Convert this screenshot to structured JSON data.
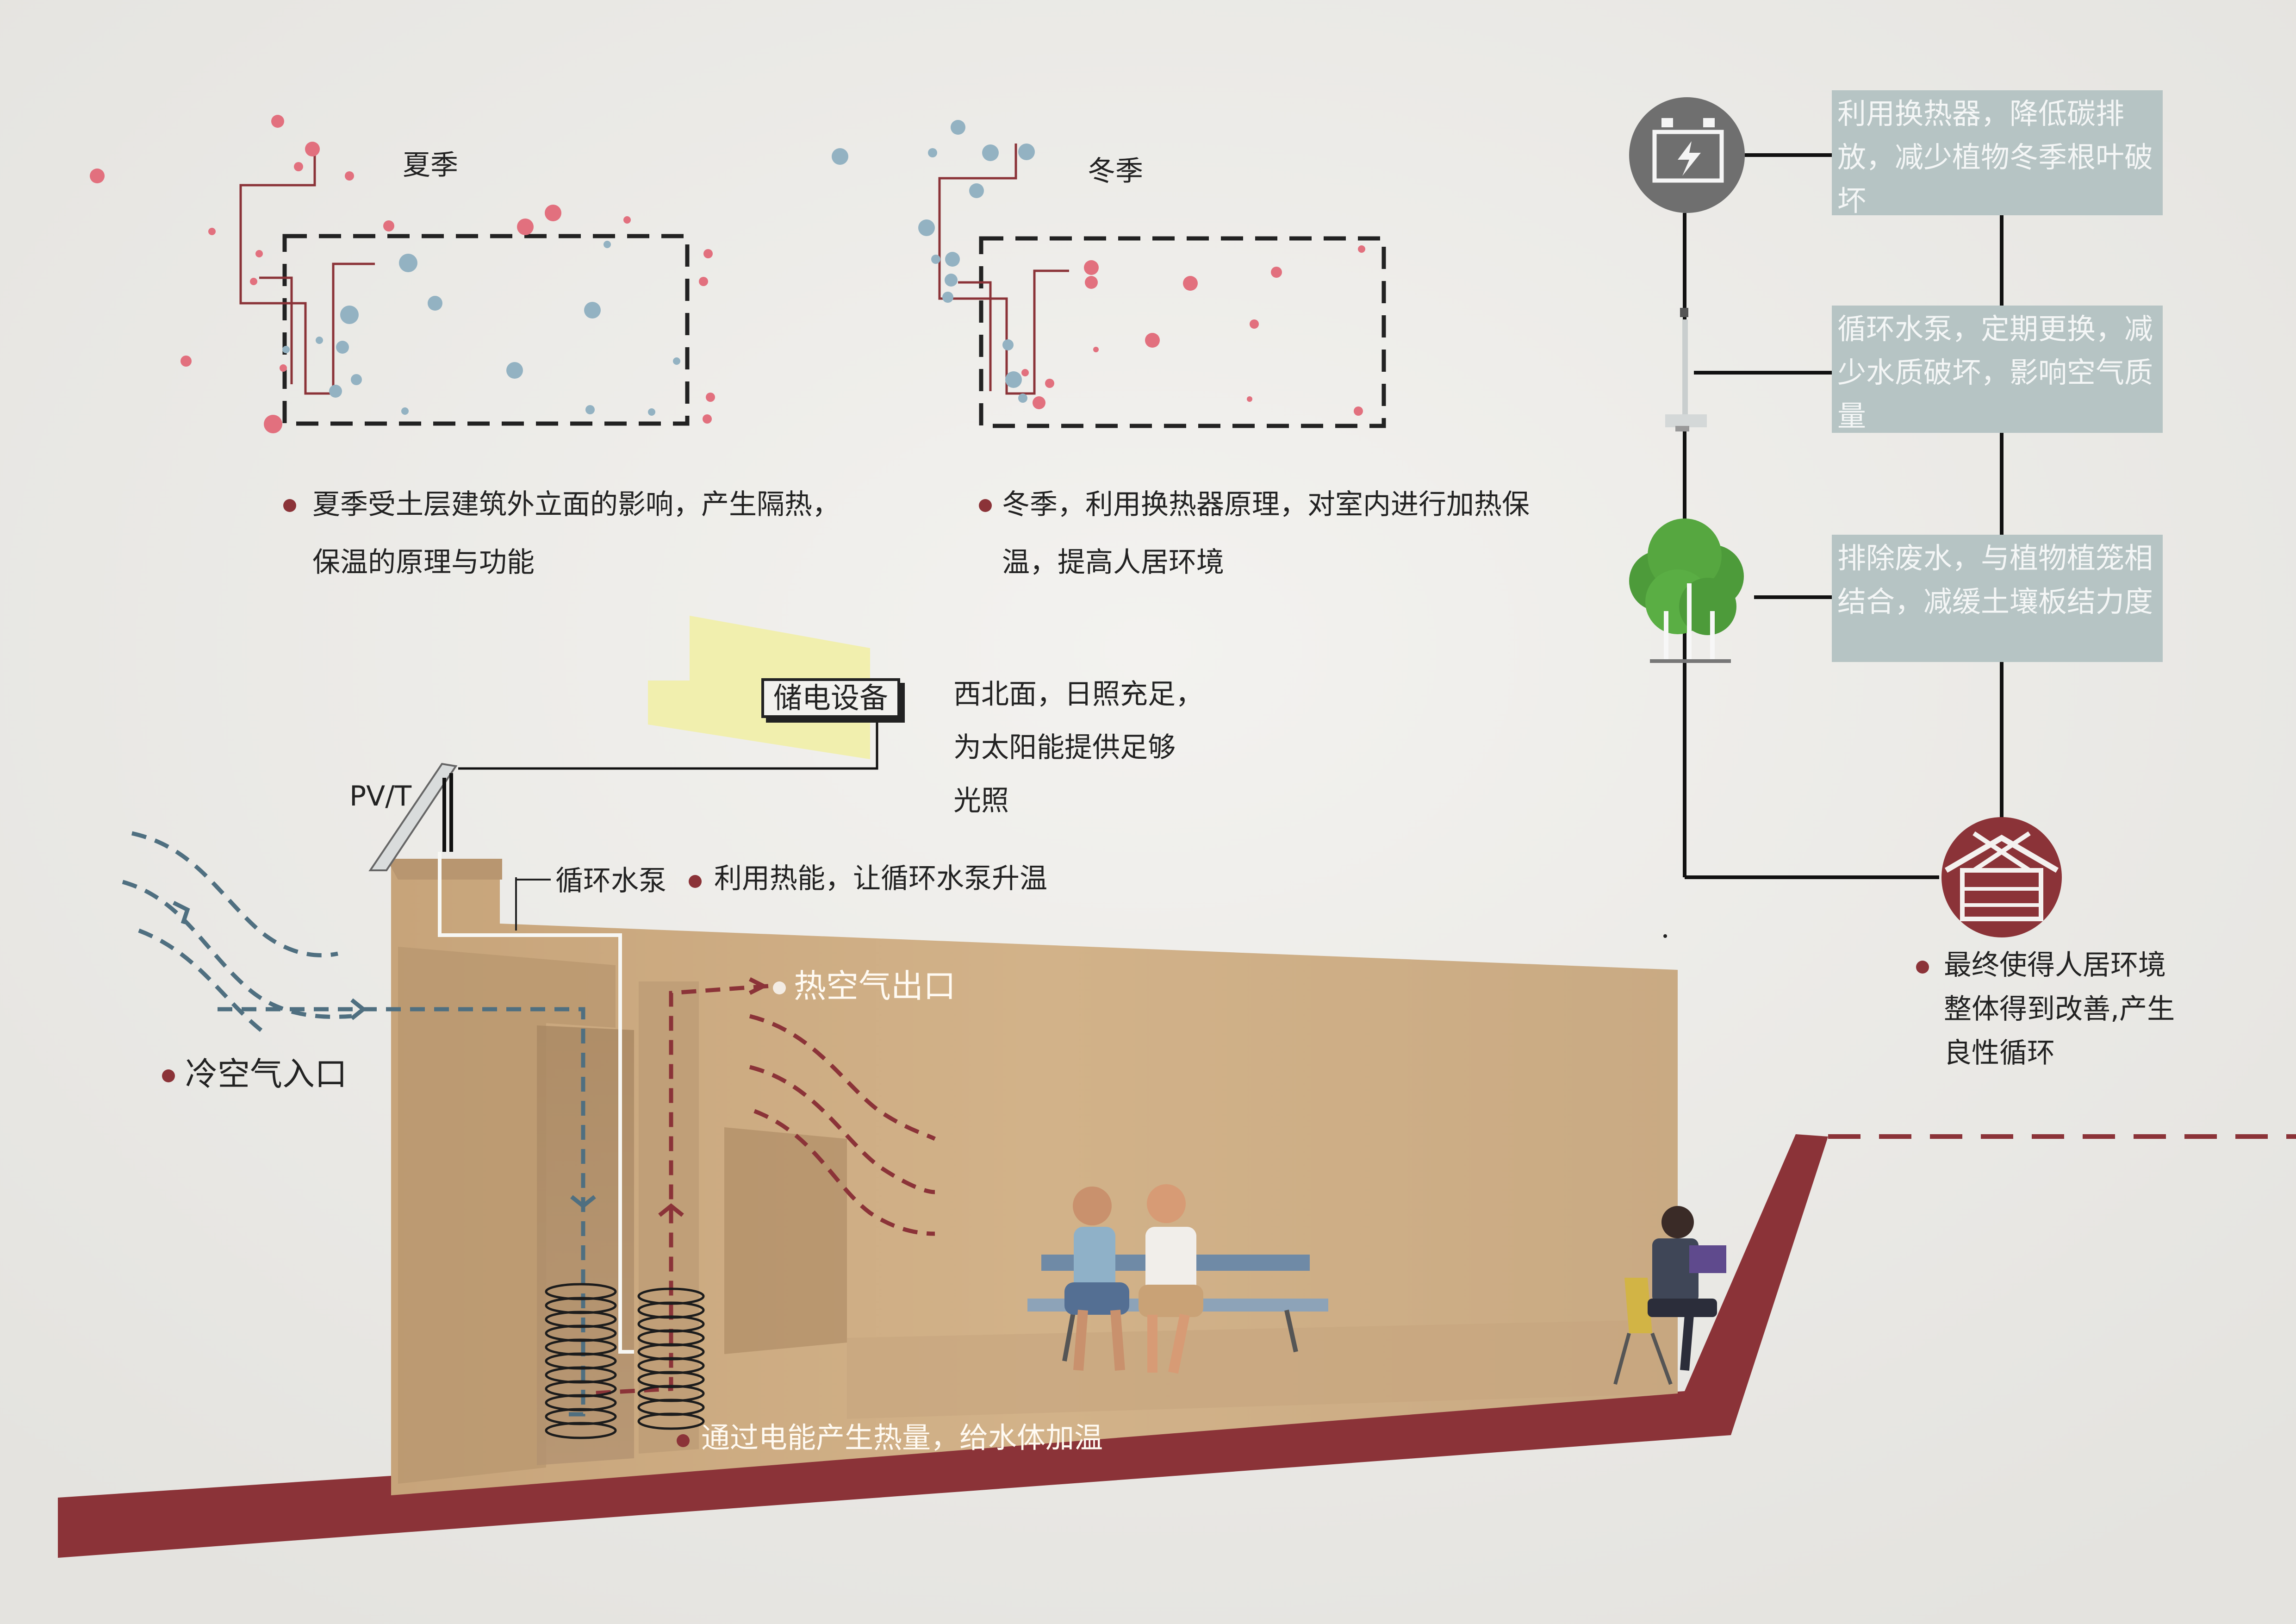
{
  "summer": {
    "title": "夏季",
    "caption_line1": "夏季受土层建筑外立面的影响，产生隔热，",
    "caption_line2": "保温的原理与功能"
  },
  "winter": {
    "title": "冬季",
    "caption_line1": "冬季，利用换热器原理，对室内进行加热保",
    "caption_line2": "温，提高人居环境"
  },
  "section": {
    "storage_label": "储电设备",
    "pvt_label": "PV/T",
    "sun_note_line1": "西北面，日照充足，",
    "sun_note_line2": "为太阳能提供足够",
    "sun_note_line3": "光照",
    "pump_label": "循环水泵",
    "pump_note": "利用热能，让循环水泵升温",
    "hot_air_label": "热空气出口",
    "cold_air_label": "冷空气入口",
    "heating_note": "通过电能产生热量，给水体加温"
  },
  "flow": {
    "box1": "利用换热器，降低碳排放，减少植物冬季根叶破坏",
    "box2": "循环水泵，定期更换，减少水质破坏，影响空气质量",
    "box3": "排除废水，与植物植笼相结合，减缓土壤板结力度",
    "final_line1": "最终使得人居环境",
    "final_line2": "整体得到改善,产生",
    "final_line3": "良性循环",
    "icons": [
      "battery-icon",
      "pump-icon",
      "tree-icon",
      "house-icon"
    ]
  },
  "colors": {
    "accent_red": "#8b3338",
    "cool_blue": "#5d7f8f",
    "box_grey": "#b6c4c4",
    "earth": "#c9a77e"
  }
}
